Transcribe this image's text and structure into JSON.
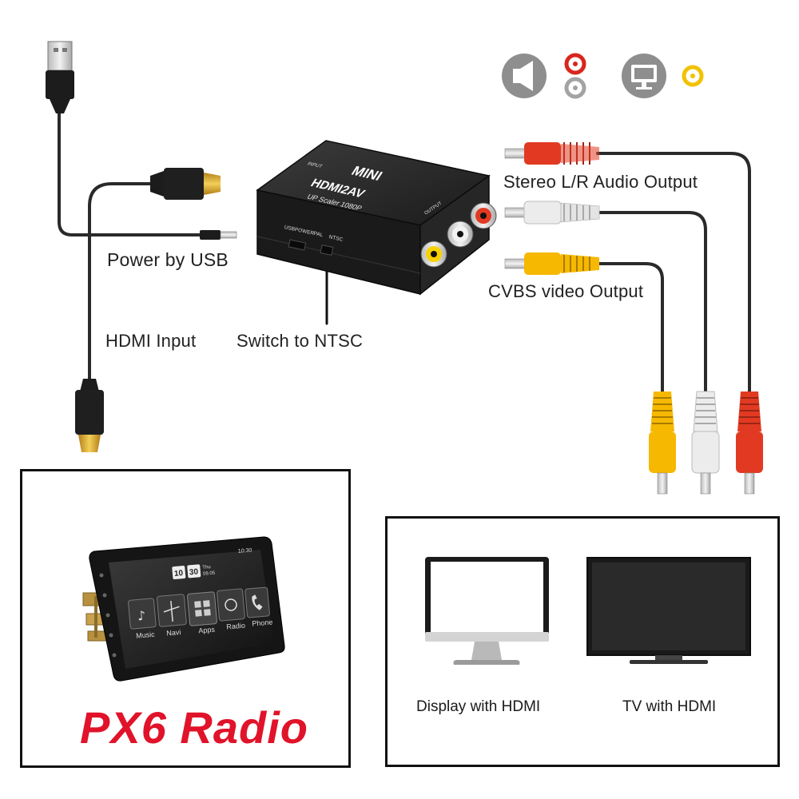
{
  "labels": {
    "power_by_usb": "Power by USB",
    "hdmi_input": "HDMI Input",
    "switch_to_ntsc": "Switch to NTSC",
    "stereo_output": "Stereo L/R Audio Output",
    "cvbs_output": "CVBS video Output"
  },
  "device": {
    "top_text": "MINI",
    "model": "HDMI2AV",
    "subtitle": "UP Scaler 1080P",
    "input_label": "INPUT",
    "output_label": "OUTPUT",
    "usb_power_label": "USBPOWER",
    "pal_label": "PAL",
    "ntsc_label": "NTSC"
  },
  "radio_panel": {
    "title": "PX6 Radio",
    "clock_hour": "10",
    "clock_minute": "30",
    "status_time": "10:30",
    "day": "Thu",
    "date": "09.05",
    "tiles": [
      "Music",
      "Navi",
      "Apps",
      "Radio",
      "Phone"
    ]
  },
  "displays_panel": {
    "monitor_caption": "Display with HDMI",
    "tv_caption": "TV with HDMI"
  },
  "colors": {
    "red_plug": "#e23a22",
    "white_plug": "#ececec",
    "yellow_plug": "#f6b800",
    "cable": "#2a2a2a",
    "title_red": "#e0132a",
    "icon_gray": "#8e8e8e"
  },
  "icons": [
    "speaker-icon",
    "rca-red-white-icon",
    "monitor-icon",
    "rca-yellow-icon"
  ]
}
